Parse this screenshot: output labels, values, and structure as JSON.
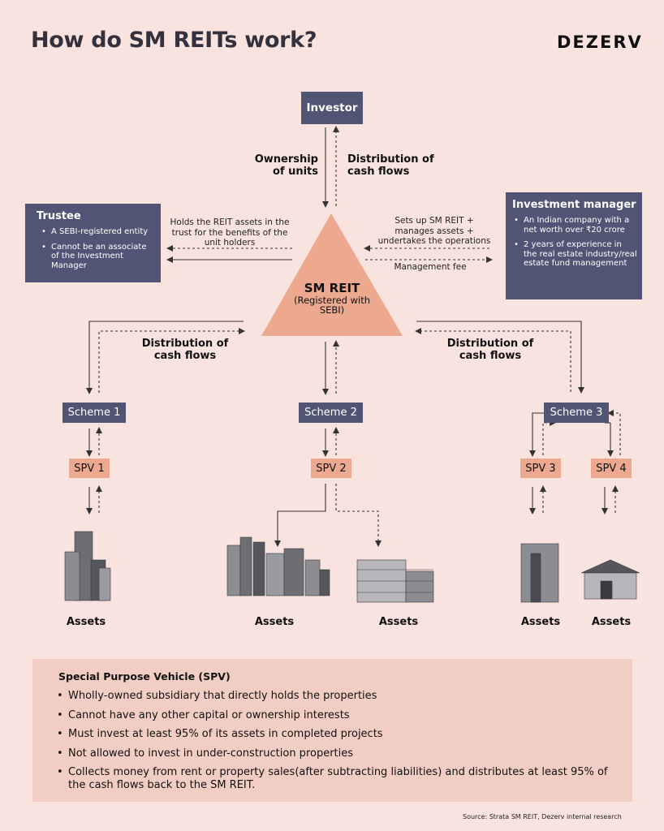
{
  "header": {
    "title": "How do SM REITs work?",
    "logo": "DEZERV"
  },
  "investor": {
    "label": "Investor"
  },
  "flows": {
    "ownership": "Ownership of units",
    "distribution_top": "Distribution of cash flows",
    "distribution_left": "Distribution of cash flows",
    "distribution_right": "Distribution of cash flows",
    "trustee_link": "Holds the REIT assets in the trust for the benefits of the unit holders",
    "im_link": "Sets up SM REIT + manages assets + undertakes the operations",
    "mgmt_fee": "Management fee"
  },
  "trustee": {
    "title": "Trustee",
    "points": [
      "A SEBI-registered entity",
      "Cannot be an associate of the Investment Manager"
    ]
  },
  "investment_manager": {
    "title": "Investment manager",
    "points": [
      "An Indian company with a net worth over ₹20 crore",
      "2 years of experience in the real estate industry/real estate fund management"
    ]
  },
  "reit": {
    "name": "SM REIT",
    "sub": "(Registered with SEBI)"
  },
  "schemes": [
    "Scheme 1",
    "Scheme 2",
    "Scheme 3"
  ],
  "spvs": [
    "SPV 1",
    "SPV 2",
    "SPV 3",
    "SPV 4"
  ],
  "assets": [
    "Assets",
    "Assets",
    "Assets",
    "Assets",
    "Assets"
  ],
  "colors": {
    "navy": "#515474",
    "salmon": "#eda890",
    "background": "#f9e3df",
    "panel": "#f2cdc3"
  },
  "spv_panel": {
    "title": "Special Purpose Vehicle (SPV)",
    "points": [
      "Wholly-owned subsidiary that directly holds the properties",
      "Cannot have any other capital or ownership interests",
      "Must invest at least 95% of its assets in completed projects",
      "Not allowed to invest in under-construction properties",
      "Collects money from rent or property sales(after subtracting liabilities) and distributes at least 95% of the cash flows back to the SM REIT."
    ]
  },
  "source": "Source: Strata SM REIT, Dezerv internal research"
}
